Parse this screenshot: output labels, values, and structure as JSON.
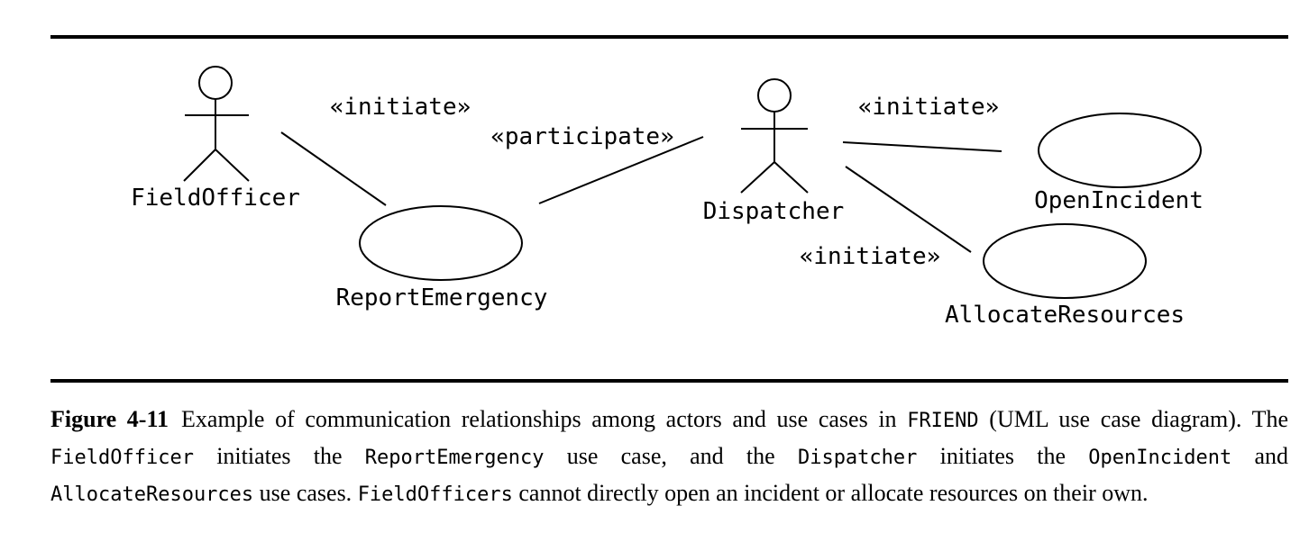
{
  "diagram": {
    "actors": [
      {
        "id": "field-officer",
        "label": "FieldOfficer"
      },
      {
        "id": "dispatcher",
        "label": "Dispatcher"
      }
    ],
    "use_cases": [
      {
        "id": "report-emergency",
        "label": "ReportEmergency"
      },
      {
        "id": "open-incident",
        "label": "OpenIncident"
      },
      {
        "id": "allocate-resources",
        "label": "AllocateResources"
      }
    ],
    "relationships": [
      {
        "from": "FieldOfficer",
        "to": "ReportEmergency",
        "stereotype": "«initiate»"
      },
      {
        "from": "Dispatcher",
        "to": "ReportEmergency",
        "stereotype": "«participate»"
      },
      {
        "from": "Dispatcher",
        "to": "OpenIncident",
        "stereotype": "«initiate»"
      },
      {
        "from": "Dispatcher",
        "to": "AllocateResources",
        "stereotype": "«initiate»"
      }
    ]
  },
  "caption": {
    "figure_label": "Figure 4-11",
    "segments": [
      {
        "text": "Example of communication relationships among actors and use cases in ",
        "mono": false
      },
      {
        "text": "FRIEND",
        "mono": true
      },
      {
        "text": " (UML use case diagram). The ",
        "mono": false
      },
      {
        "text": "FieldOfficer",
        "mono": true
      },
      {
        "text": " initiates the ",
        "mono": false
      },
      {
        "text": "ReportEmergency",
        "mono": true
      },
      {
        "text": " use case, and the ",
        "mono": false
      },
      {
        "text": "Dispatcher",
        "mono": true
      },
      {
        "text": " initiates the ",
        "mono": false
      },
      {
        "text": "OpenIncident",
        "mono": true
      },
      {
        "text": " and ",
        "mono": false
      },
      {
        "text": "AllocateResources",
        "mono": true
      },
      {
        "text": " use cases. ",
        "mono": false
      },
      {
        "text": "FieldOfficers",
        "mono": true
      },
      {
        "text": " cannot directly open an incident or allocate resources on their own.",
        "mono": false
      }
    ]
  }
}
